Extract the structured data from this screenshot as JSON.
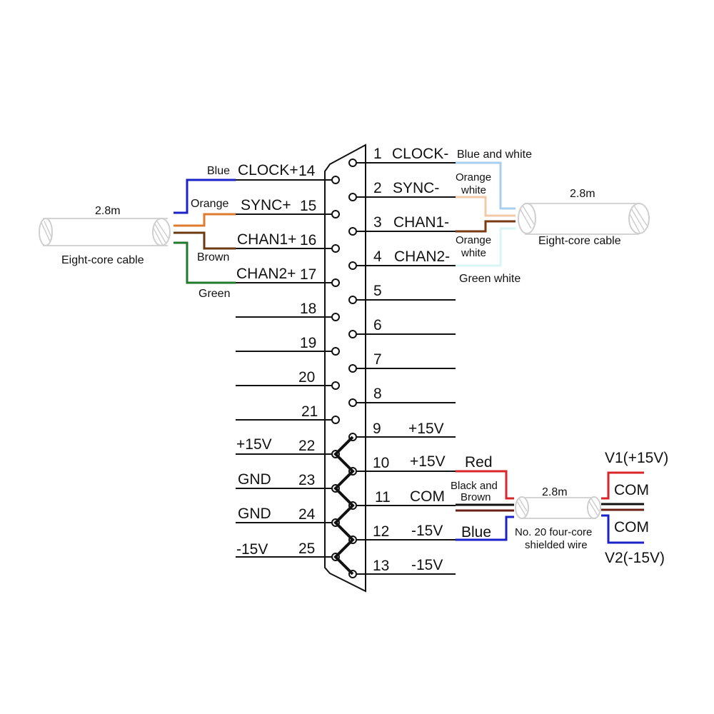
{
  "left_pins": [
    {
      "num": "14",
      "signal": "CLOCK+",
      "wire": "Blue",
      "color": "#1a22c8"
    },
    {
      "num": "15",
      "signal": "SYNC+",
      "wire": "Orange",
      "color": "#e07a2c"
    },
    {
      "num": "16",
      "signal": "CHAN1+",
      "wire": "Brown",
      "color": "#6b3a12"
    },
    {
      "num": "17",
      "signal": "CHAN2+",
      "wire": "Green",
      "color": "#1f7a2c"
    },
    {
      "num": "18",
      "signal": ""
    },
    {
      "num": "19",
      "signal": ""
    },
    {
      "num": "20",
      "signal": ""
    },
    {
      "num": "21",
      "signal": ""
    },
    {
      "num": "22",
      "signal": "+15V"
    },
    {
      "num": "23",
      "signal": "GND"
    },
    {
      "num": "24",
      "signal": "GND"
    },
    {
      "num": "25",
      "signal": "-15V"
    }
  ],
  "right_pins": [
    {
      "num": "1",
      "signal": "CLOCK-",
      "wire": "Blue and white",
      "color": "#a8cff0"
    },
    {
      "num": "2",
      "signal": "SYNC-",
      "wire_line1": "Orange",
      "wire_line2": "white",
      "color": "#f2c9a6"
    },
    {
      "num": "3",
      "signal": "CHAN1-",
      "wire_line1": "Orange",
      "wire_line2": "white",
      "color": "#7a3a12"
    },
    {
      "num": "4",
      "signal": "CHAN2-",
      "wire": "Green white",
      "color": "#d8f6f6"
    },
    {
      "num": "5",
      "signal": ""
    },
    {
      "num": "6",
      "signal": ""
    },
    {
      "num": "7",
      "signal": ""
    },
    {
      "num": "8",
      "signal": ""
    },
    {
      "num": "9",
      "signal": "+15V"
    },
    {
      "num": "10",
      "signal": "+15V"
    },
    {
      "num": "11",
      "signal": "COM"
    },
    {
      "num": "12",
      "signal": "-15V"
    },
    {
      "num": "13",
      "signal": "-15V"
    }
  ],
  "left_cable": {
    "length": "2.8m",
    "name": "Eight-core cable"
  },
  "right_cable": {
    "length": "2.8m",
    "name": "Eight-core cable"
  },
  "power_cable": {
    "length": "2.8m",
    "name_line1": "No. 20 four-core",
    "name_line2": "shielded wire",
    "red_label": "Red",
    "black_brown_line1": "Black and",
    "black_brown_line2": "Brown",
    "blue_label": "Blue"
  },
  "power_supply": {
    "v1": "V1(+15V)",
    "com_top": "COM",
    "com_bottom": "COM",
    "v2": "V2(-15V)"
  },
  "colors": {
    "red": "#d8262a",
    "blue": "#1a22c8",
    "black": "#111111",
    "brown": "#6b1f14",
    "cable": "#cccccc"
  }
}
